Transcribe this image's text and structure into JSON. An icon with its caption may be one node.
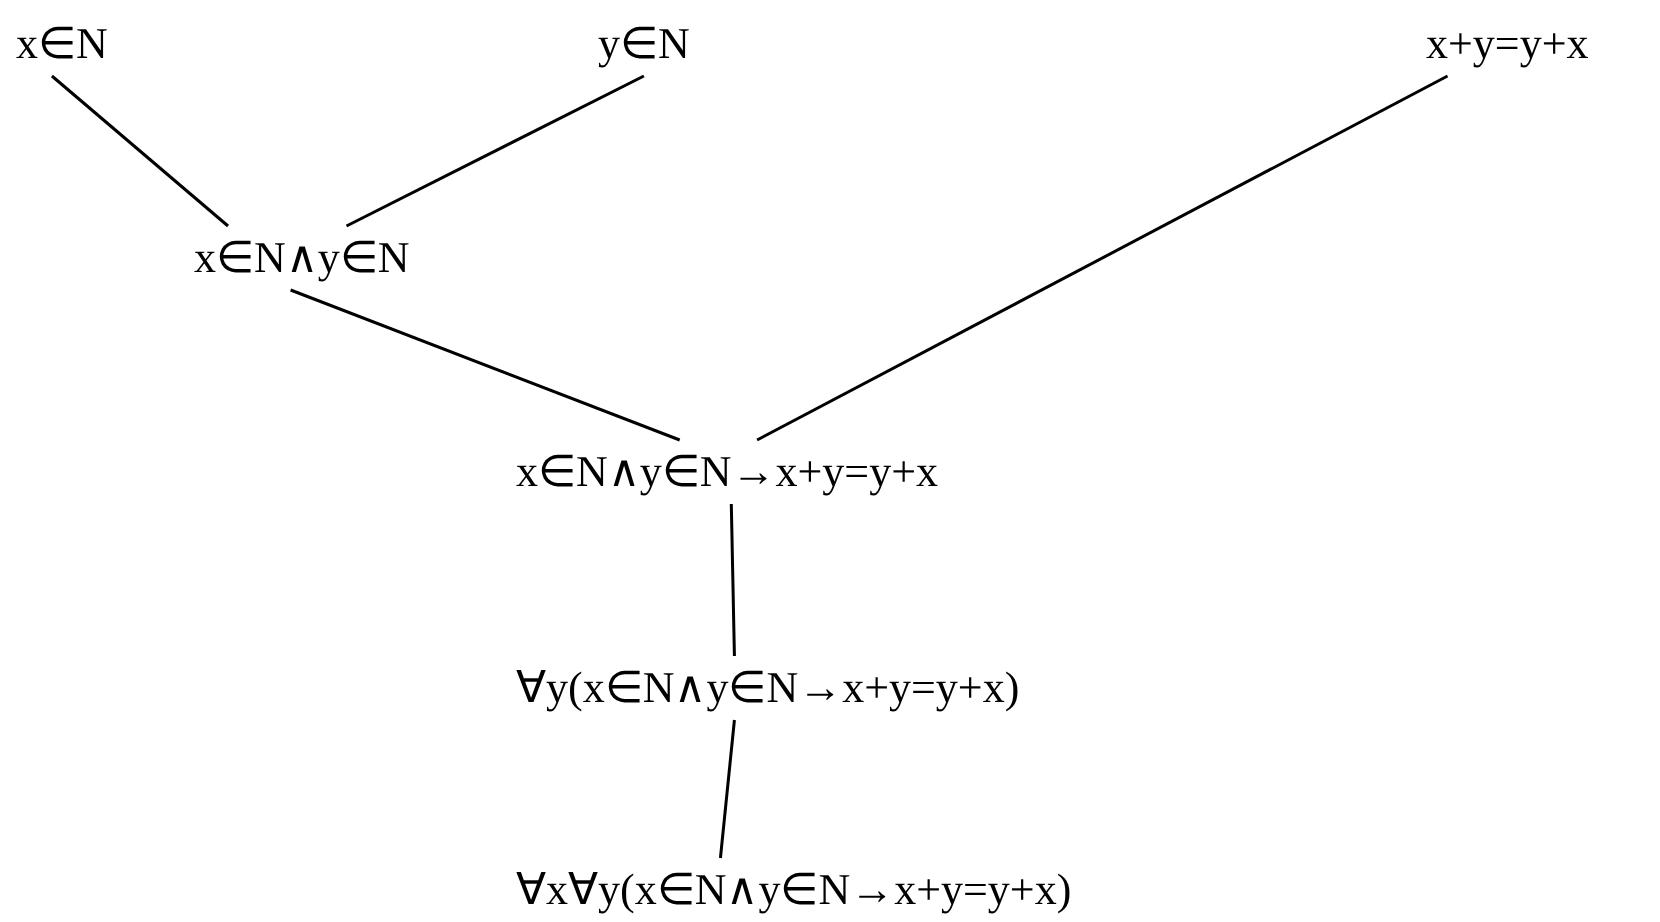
{
  "diagram": {
    "nodes": [
      {
        "text": [
          "x∈N"
        ]
      },
      {
        "text": [
          "y∈N"
        ]
      },
      {
        "text": [
          "x+y=y+x"
        ]
      },
      {
        "text": [
          "x∈N∧y∈N"
        ]
      },
      {
        "text": [
          "x∈N∧y∈N→x+y=y+x"
        ]
      },
      {
        "text": [
          "∀y(x∈N∧y∈N→x+y=y+x)"
        ]
      },
      {
        "text": [
          "∀x∀y(x∈N∧y∈N→x+y=y+x)"
        ]
      }
    ],
    "edges": [
      {
        "from": 0,
        "to": 3,
        "arrow": "none"
      },
      {
        "from": 1,
        "to": 3,
        "arrow": "none"
      },
      {
        "from": 3,
        "to": 4,
        "arrow": "none"
      },
      {
        "from": 2,
        "to": 4,
        "arrow": "none"
      },
      {
        "from": 4,
        "to": 5,
        "arrow": "none"
      },
      {
        "from": 5,
        "to": 6,
        "arrow": "none"
      }
    ]
  }
}
